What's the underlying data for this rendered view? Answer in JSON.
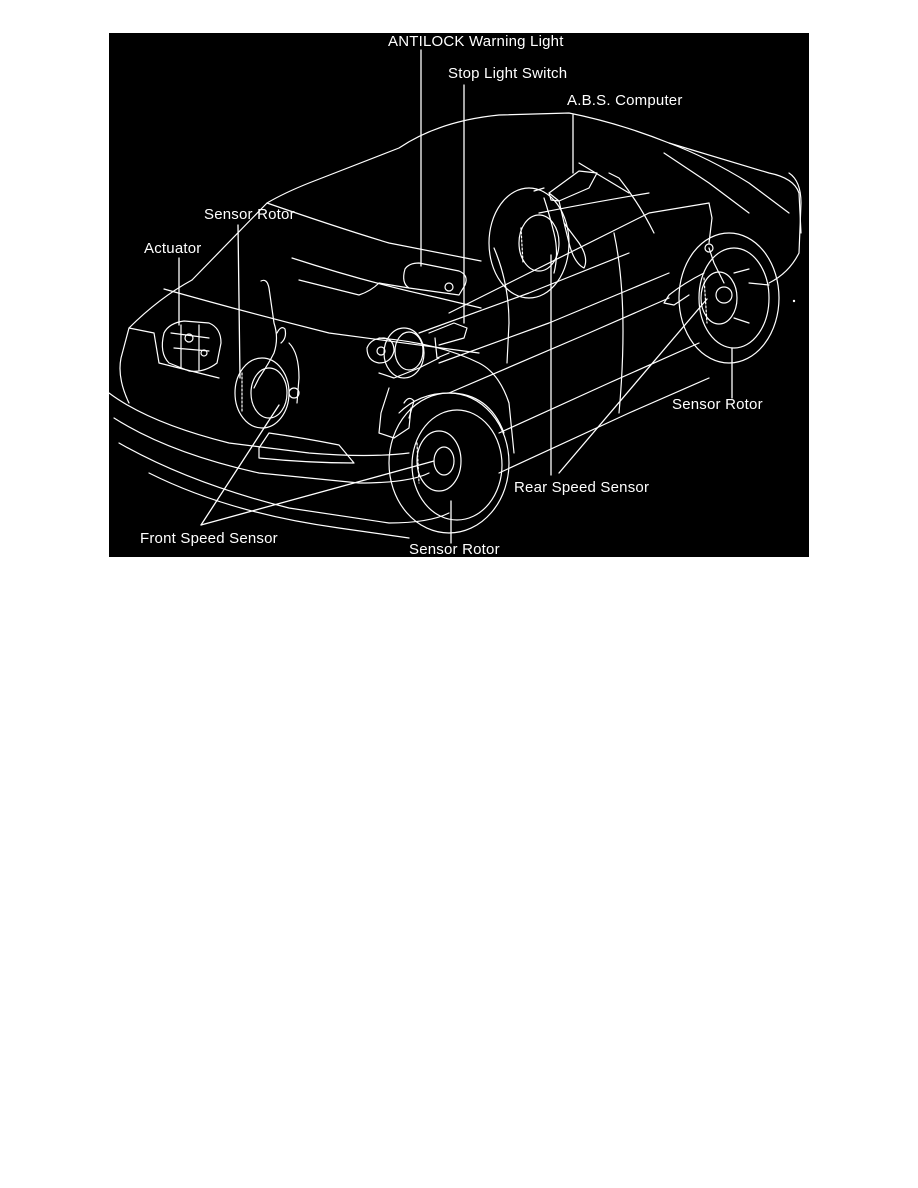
{
  "figure": {
    "title": "ABS component location diagram",
    "background_color": "#000000",
    "line_color": "#ffffff",
    "page_background": "#ffffff"
  },
  "labels": {
    "antilock_warning_light": "ANTILOCK Warning Light",
    "stop_light_switch": "Stop Light Switch",
    "abs_computer": "A.B.S. Computer",
    "sensor_rotor_front_top": "Sensor Rotor",
    "actuator": "Actuator",
    "sensor_rotor_rear": "Sensor Rotor",
    "rear_speed_sensor": "Rear Speed Sensor",
    "front_speed_sensor": "Front Speed Sensor",
    "sensor_rotor_front_bottom": "Sensor Rotor"
  }
}
